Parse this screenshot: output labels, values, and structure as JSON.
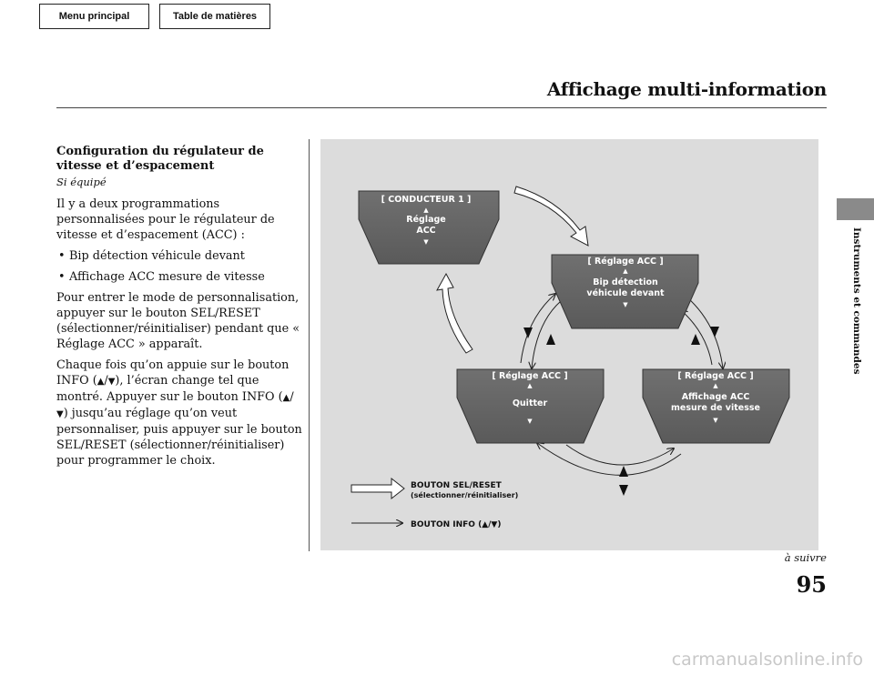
{
  "nav": {
    "menu_label": "Menu principal",
    "toc_label": "Table de matières"
  },
  "header": {
    "title": "Affichage multi-information"
  },
  "sidebar": {
    "section": "Instruments et commandes"
  },
  "content": {
    "heading": "Configuration du régulateur de vitesse et d’espacement",
    "equipped": "Si équipé",
    "intro": "Il y a deux programmations personnalisées pour le régulateur de vitesse et d’espacement (ACC) :",
    "bullets": [
      "Bip détection véhicule devant",
      "Affichage ACC mesure de vitesse"
    ],
    "para2": "Pour entrer le mode de personnalisation, appuyer sur le bouton SEL/RESET (sélectionner/réinitialiser) pendant que « Réglage ACC » apparaît.",
    "para3_a": "Chaque fois qu’on appuie sur le bouton INFO (",
    "para3_b": "), l’écran change tel que montré. Appuyer sur le bouton INFO (",
    "para3_c": ") jusqu’au réglage qu’on veut personnaliser, puis appuyer sur le bouton SEL/RESET (sélectionner/réinitialiser) pour programmer le choix.",
    "up": "▲",
    "slash": "/",
    "down": "▼"
  },
  "diagram": {
    "screen_driver": {
      "header": "[ CONDUCTEUR 1 ]",
      "up": "▲",
      "line1": "Réglage",
      "line2": "ACC",
      "down": "▼"
    },
    "screen_beep": {
      "header": "[ Réglage ACC ]",
      "up": "▲",
      "line1": "Bip détection",
      "line2": "véhicule devant",
      "down": "▼"
    },
    "screen_quit": {
      "header": "[ Réglage ACC ]",
      "up": "▲",
      "line1": "Quitter",
      "down": "▼"
    },
    "screen_display": {
      "header": "[ Réglage ACC ]",
      "up": "▲",
      "line1": "Affichage ACC",
      "line2": "mesure de vitesse",
      "down": "▼"
    },
    "legend_sel_line1": "BOUTON SEL/RESET",
    "legend_sel_line2": "(sélectionner/réinitialiser)",
    "legend_info": "BOUTON INFO (▲/▼)"
  },
  "footer": {
    "continued": "à suivre",
    "page": "95",
    "watermark": "carmanualsonline.info"
  }
}
